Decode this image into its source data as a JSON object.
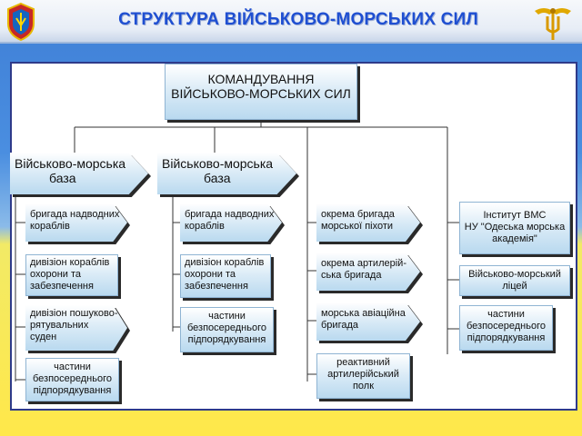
{
  "header": {
    "title": "СТРУКТУРА ВІЙСЬКОВО-МОРСЬКИХ СИЛ"
  },
  "icons": {
    "emblem": "coat-of-arms-icon",
    "trident": "trident-icon"
  },
  "diagram": {
    "root": {
      "line1": "КОМАНДУВАННЯ",
      "line2": "ВІЙСЬКОВО-МОРСЬКИХ СИЛ"
    },
    "bases": [
      {
        "line1": "Військово-морська",
        "line2": "база"
      },
      {
        "line1": "Військово-морська",
        "line2": "база"
      }
    ],
    "col1": [
      {
        "lines": [
          "бригада надводних",
          "кораблів"
        ]
      },
      {
        "lines": [
          "дивізіон кораблів",
          "охорони та",
          "забезпечення"
        ]
      },
      {
        "lines": [
          "дивізіон пошуково-",
          "рятувальних",
          "суден"
        ]
      },
      {
        "lines": [
          "частини",
          "безпосереднього",
          "підпорядкування"
        ]
      }
    ],
    "col2": [
      {
        "lines": [
          "бригада надводних",
          "кораблів"
        ]
      },
      {
        "lines": [
          "дивізіон кораблів",
          "охорони та",
          "забезпечення"
        ]
      },
      {
        "lines": [
          "частини",
          "безпосереднього",
          "підпорядкування"
        ]
      }
    ],
    "col3": [
      {
        "lines": [
          "окрема бригада",
          "морської піхоти"
        ]
      },
      {
        "lines": [
          "окрема артилерій-",
          "ська бригада"
        ]
      },
      {
        "lines": [
          "морська авіаційна",
          "бригада"
        ]
      },
      {
        "lines": [
          "реактивний",
          "артилерійський",
          "полк"
        ]
      }
    ],
    "col4": [
      {
        "lines": [
          "Інститут ВМС",
          "НУ \"Одеська морська",
          "академія\""
        ]
      },
      {
        "lines": [
          "Військово-морський",
          "ліцей"
        ]
      },
      {
        "lines": [
          "частини",
          "безпосереднього",
          "підпорядкування"
        ]
      }
    ]
  }
}
